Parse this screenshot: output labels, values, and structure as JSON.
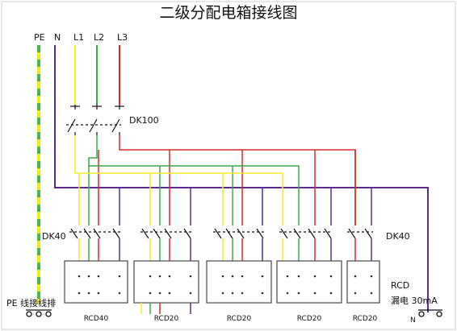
{
  "title": "二级分配电箱接线图",
  "bus_labels": {
    "pe": "PE",
    "n": "N",
    "l1": "L1",
    "l2": "L2",
    "l3": "L3"
  },
  "main_switch_label": "DK100",
  "branch_switch_left_label": "DK40",
  "branch_switch_right_label": "DK40",
  "rcd_boxes": [
    "RCD40",
    "RCD20",
    "RCD20",
    "RCD20",
    "RCD20"
  ],
  "pe_bar_label": "PE 线接线排",
  "leakage_label_rcd": "RCD",
  "leakage_label_text": "漏电 30mA",
  "n_terminal_label": "N",
  "colors": {
    "pe_yellow": "#f2ec1a",
    "pe_green": "#49b650",
    "l1": "#f4ee2a",
    "l2": "#3aa84a",
    "l3": "#d82a2a",
    "n": "#5b2a8c",
    "box": "#555555"
  }
}
